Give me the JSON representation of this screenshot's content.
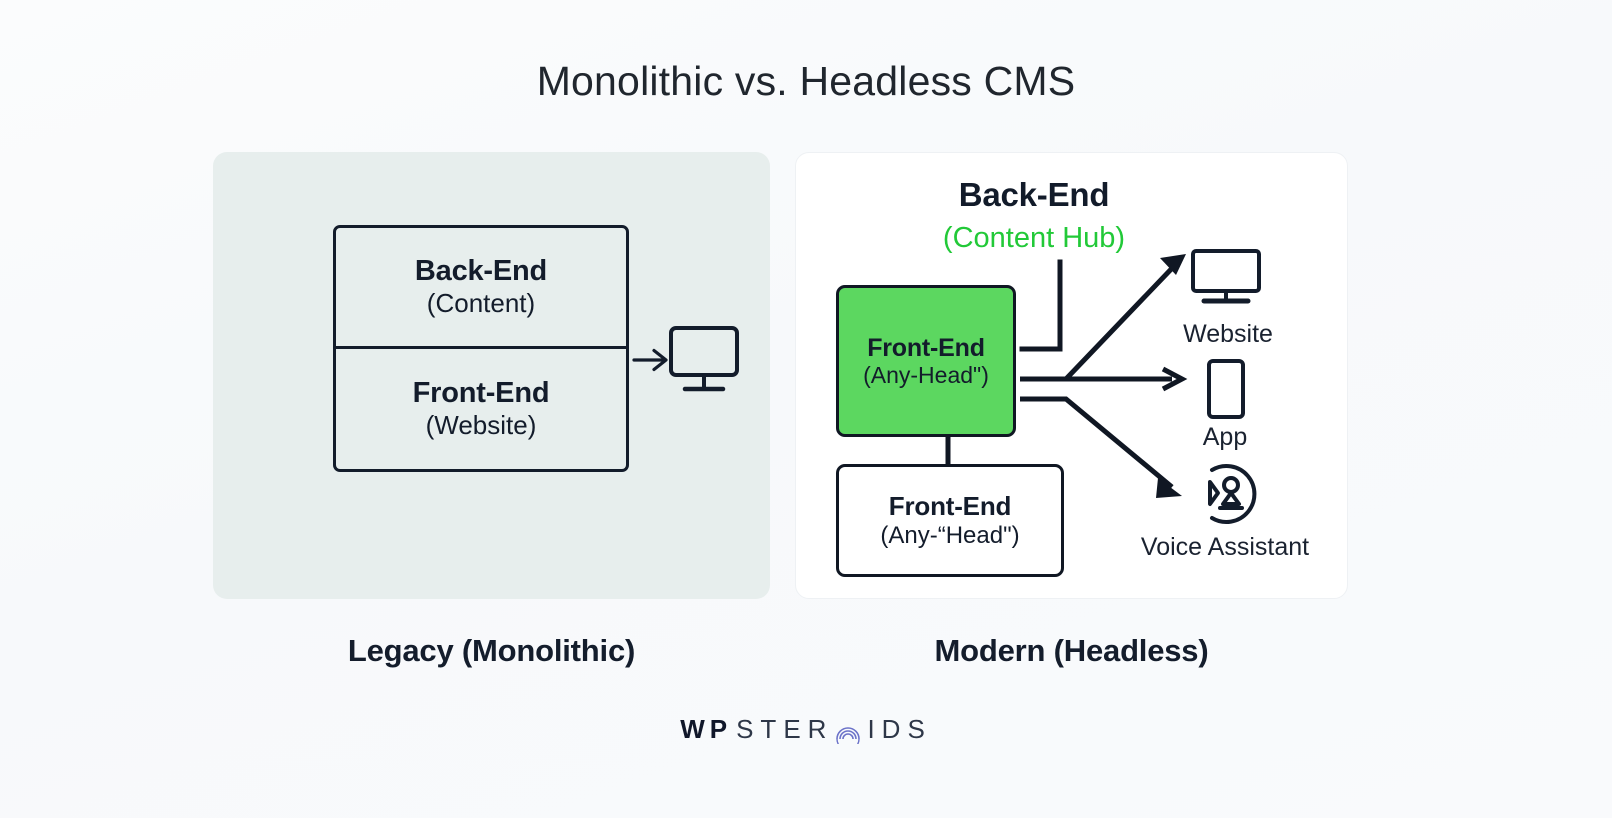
{
  "title": "Monolithic vs. Headless CMS",
  "colors": {
    "page_background": "#fafbfc",
    "panel_left_background": "#e7eeed",
    "panel_right_background": "#ffffff",
    "ink": "#131c2b",
    "accent_green": "#5cd760",
    "text_green": "#22c938",
    "logo_mark": "#6b72c9"
  },
  "left_panel": {
    "caption": "Legacy (Monolithic)",
    "stack": [
      {
        "title": "Back-End",
        "subtitle": "(Content)"
      },
      {
        "title": "Front-End",
        "subtitle": "(Website)"
      }
    ],
    "output": {
      "icon": "monitor-icon",
      "arrow": "arrow-right-icon"
    }
  },
  "right_panel": {
    "caption": "Modern (Headless)",
    "header": {
      "title": "Back-End",
      "subtitle": "(Content Hub)"
    },
    "green_box": {
      "title": "Front-End",
      "subtitle": "(Any-Head\")"
    },
    "white_box": {
      "title": "Front-End",
      "subtitle": "(Any-“Head\")"
    },
    "channels": [
      {
        "label": "Website",
        "icon": "monitor-icon",
        "arrow": "arrow-up-right-icon"
      },
      {
        "label": "App",
        "icon": "phone-icon",
        "arrow": "arrow-right-icon"
      },
      {
        "label": "Voice Assistant",
        "icon": "voice-assistant-icon",
        "arrow": "arrow-down-right-icon"
      }
    ]
  },
  "logo": {
    "part_bold": "WP",
    "part_mid": "STER",
    "mark": "concentric-arcs-icon",
    "part_end": "IDS"
  }
}
